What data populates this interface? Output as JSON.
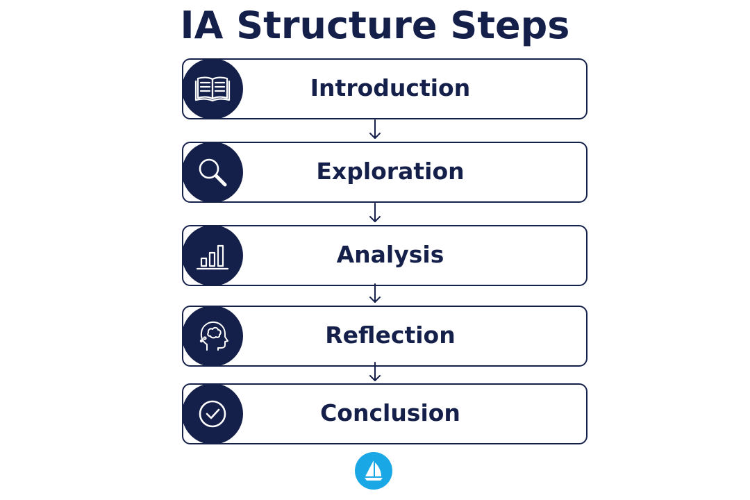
{
  "title": "IA Structure Steps",
  "steps": [
    {
      "label": "Introduction",
      "icon": "book-icon"
    },
    {
      "label": "Exploration",
      "icon": "magnifier-icon"
    },
    {
      "label": "Analysis",
      "icon": "bar-chart-icon"
    },
    {
      "label": "Reflection",
      "icon": "head-thought-icon"
    },
    {
      "label": "Conclusion",
      "icon": "check-circle-icon"
    }
  ],
  "colors": {
    "primary": "#15204a",
    "background": "#ffffff",
    "logo": "#1aa7e6"
  },
  "logo_icon": "sailboat-icon"
}
